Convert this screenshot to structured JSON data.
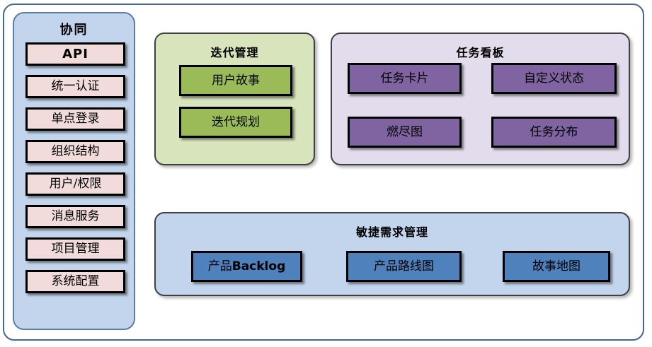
{
  "diagram": {
    "sidebar": {
      "title": "协同",
      "items": [
        {
          "label": "API"
        },
        {
          "label": "统一认证"
        },
        {
          "label": "单点登录"
        },
        {
          "label": "组织结构"
        },
        {
          "label": "用户/权限"
        },
        {
          "label": "消息服务"
        },
        {
          "label": "项目管理"
        },
        {
          "label": "系统配置"
        }
      ]
    },
    "panels": {
      "iteration": {
        "title": "迭代管理",
        "items": [
          {
            "label": "用户故事"
          },
          {
            "label": "迭代规划"
          }
        ]
      },
      "taskboard": {
        "title": "任务看板",
        "items": [
          {
            "label": "任务卡片"
          },
          {
            "label": "自定义状态"
          },
          {
            "label": "燃尽图"
          },
          {
            "label": "任务分布"
          }
        ]
      },
      "agile": {
        "title": "敏捷需求管理",
        "items": [
          {
            "label_cn": "产品",
            "label_latin": "Backlog"
          },
          {
            "label": "产品路线图"
          },
          {
            "label": "故事地图"
          }
        ]
      }
    },
    "colors": {
      "frame_border": "#44668f",
      "sidebar_bg": "#c3d5ec",
      "sidebar_border": "#5a7ea8",
      "chip_pink": "#f2dcdb",
      "panel_green_bg": "#d8e4bc",
      "chip_green": "#9bbb59",
      "panel_purple_bg": "#e3dced",
      "chip_purple": "#8064a2",
      "panel_blue_bg": "#c3d5ec",
      "chip_blue": "#4f81bd",
      "chip_border": "#000000",
      "panel_border": "#3f3f44"
    }
  }
}
